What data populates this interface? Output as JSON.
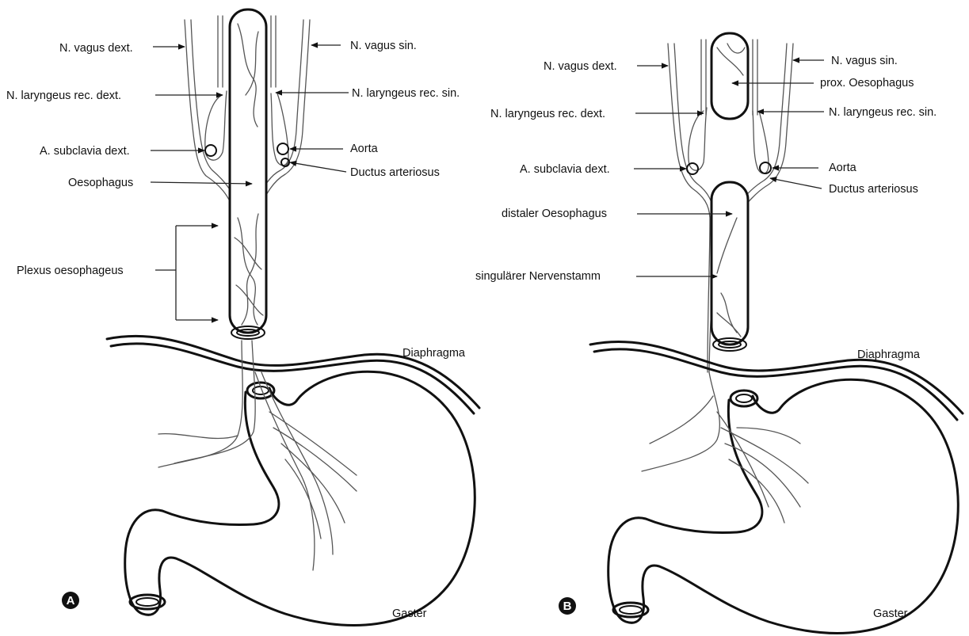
{
  "panel_a": {
    "letter": "A",
    "labels": {
      "vagus_dext": "N. vagus dext.",
      "vagus_sin": "N. vagus sin.",
      "laryngeus_dext": "N. laryngeus rec. dext.",
      "laryngeus_sin": "N. laryngeus rec. sin.",
      "subclavia": "A. subclavia dext.",
      "aorta": "Aorta",
      "ductus": "Ductus arteriosus",
      "oesophagus": "Oesophagus",
      "plexus": "Plexus oesophageus",
      "diaphragma": "Diaphragma",
      "gaster": "Gaster"
    }
  },
  "panel_b": {
    "letter": "B",
    "labels": {
      "vagus_dext": "N. vagus dext.",
      "vagus_sin": "N. vagus sin.",
      "prox_oesophagus": "prox. Oesophagus",
      "laryngeus_dext": "N. laryngeus rec. dext.",
      "laryngeus_sin": "N. laryngeus rec. sin.",
      "subclavia": "A. subclavia dext.",
      "aorta": "Aorta",
      "ductus": "Ductus arteriosus",
      "distal_oesophagus": "distaler Oesophagus",
      "singular_trunk": "singulärer Nervenstamm",
      "diaphragma": "Diaphragma",
      "gaster": "Gaster"
    }
  }
}
